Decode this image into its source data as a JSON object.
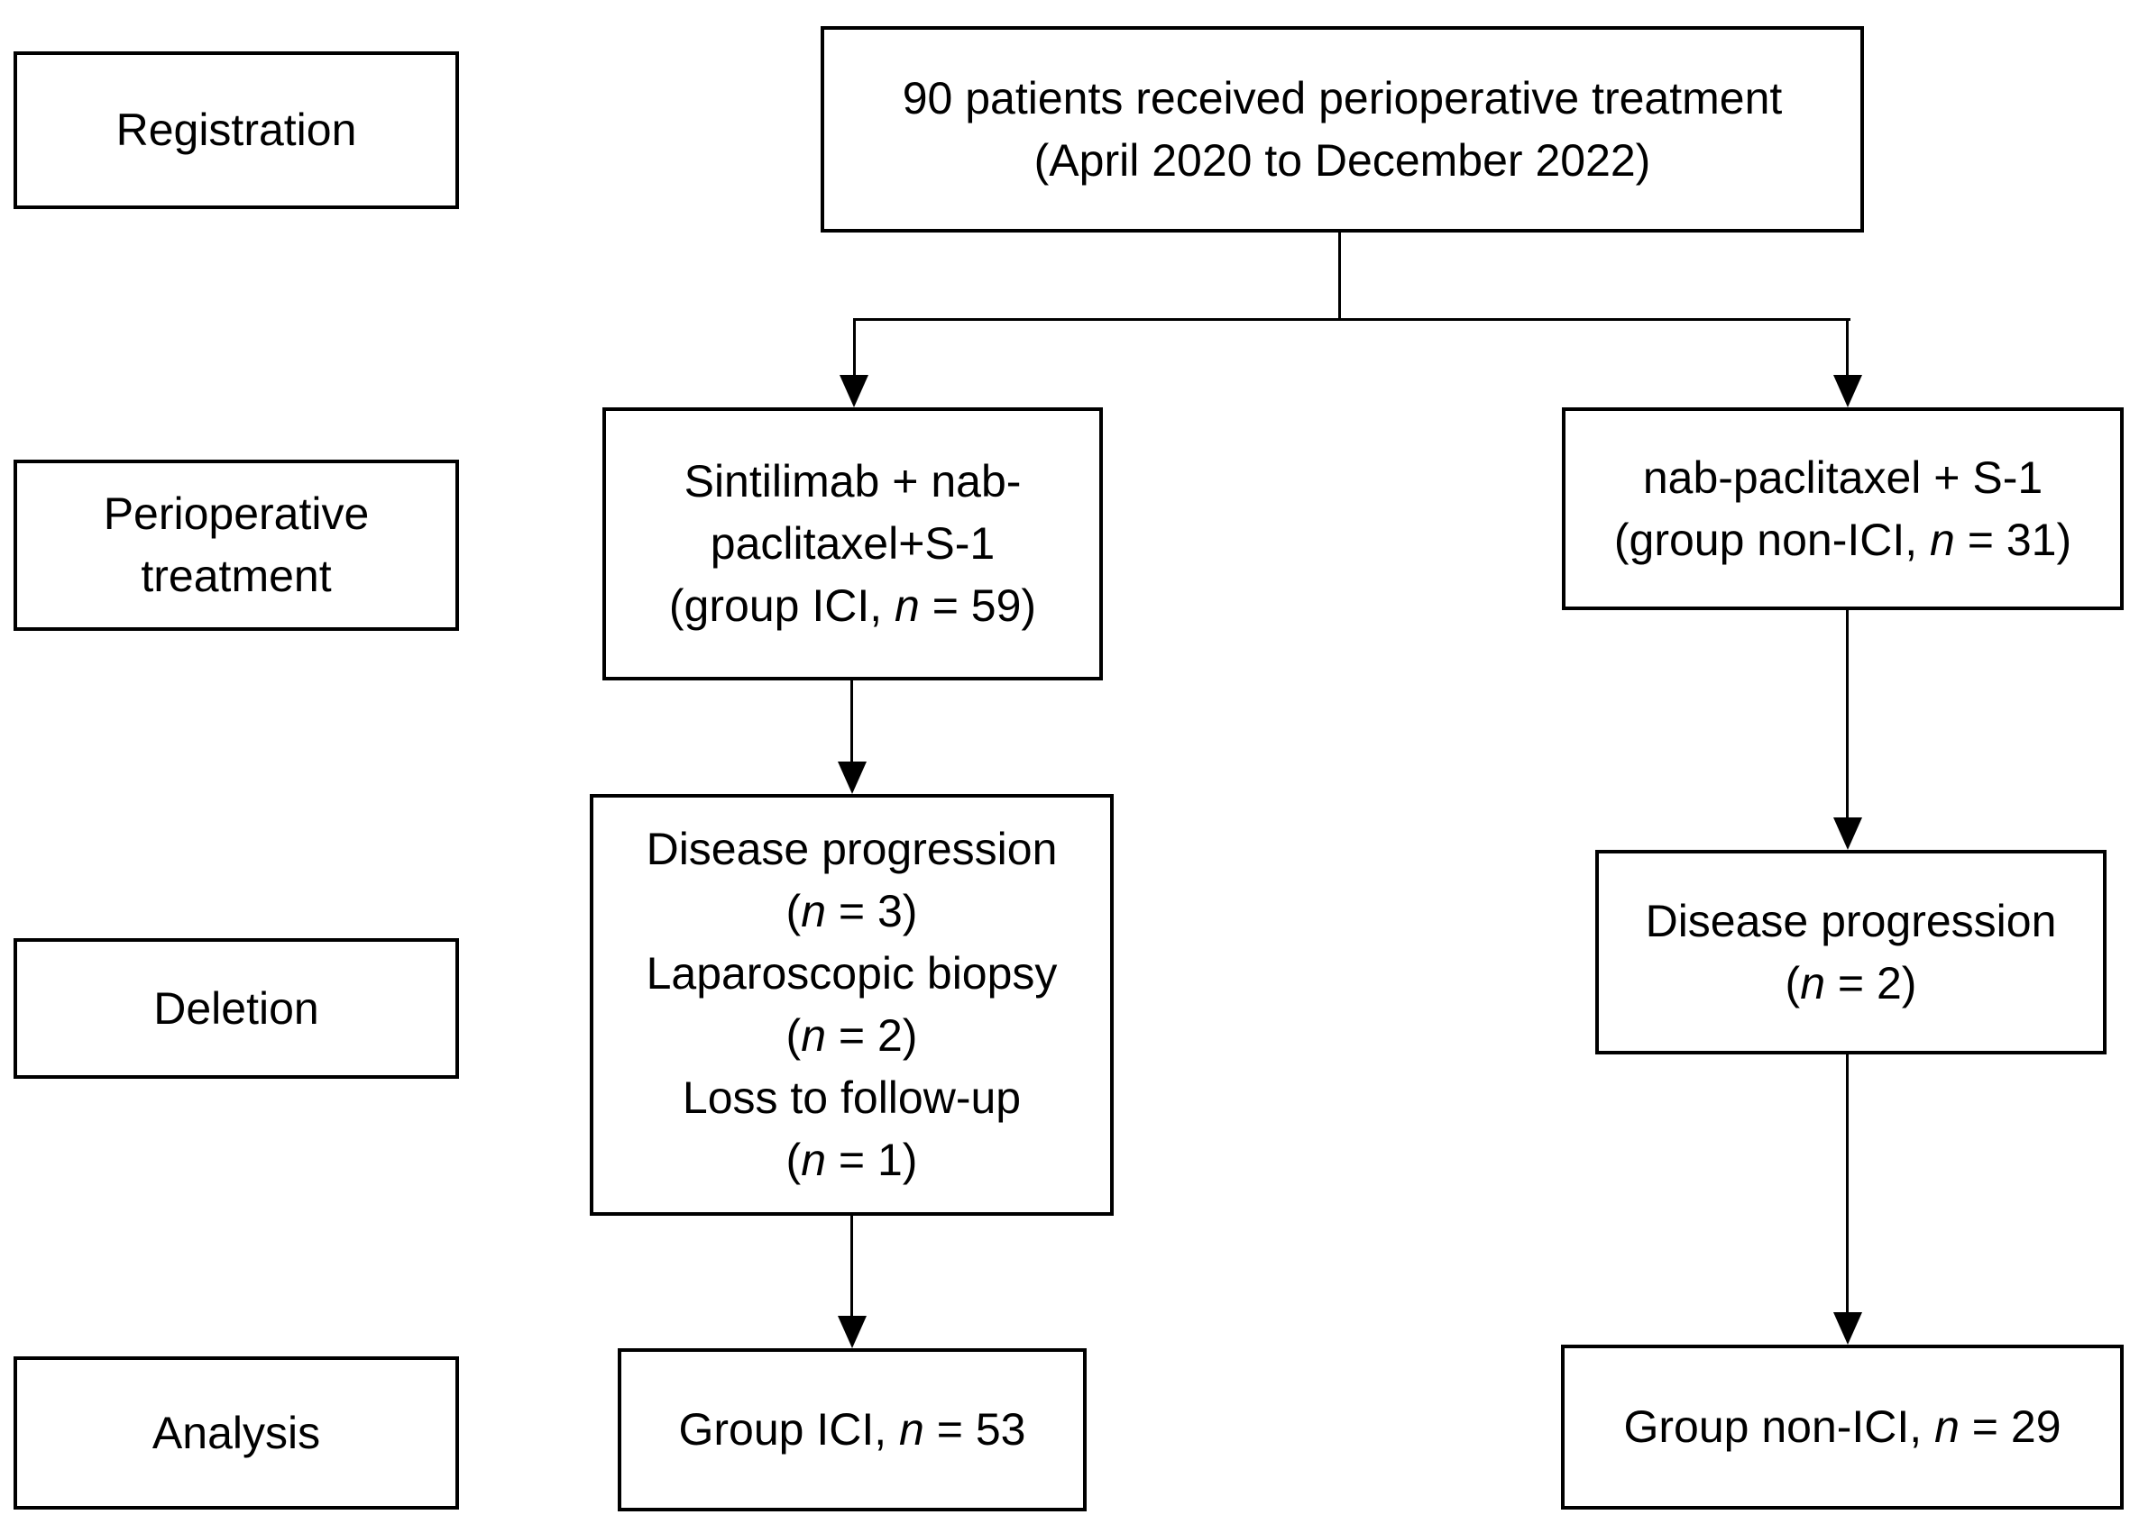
{
  "colors": {
    "box_border": "#000000",
    "text": "#000000",
    "background": "#ffffff"
  },
  "stages": [
    {
      "label": "Registration"
    },
    {
      "label": "Perioperative treatment"
    },
    {
      "label": "Deletion"
    },
    {
      "label": "Analysis"
    }
  ],
  "top_box": {
    "line1": "90 patients received perioperative treatment",
    "line2": "(April 2020 to December 2022)"
  },
  "arms": {
    "ici": {
      "treatment": {
        "line1": "Sintilimab + nab-",
        "line2": "paclitaxel+S-1",
        "group_pre": "(group ICI, ",
        "n": "n",
        "group_post": " = 59)"
      },
      "deletion": {
        "items": [
          {
            "reason": "Disease progression",
            "pre": "(",
            "n": "n",
            "post": " = 3)"
          },
          {
            "reason": "Laparoscopic biopsy",
            "pre": "(",
            "n": "n",
            "post": " = 2)"
          },
          {
            "reason": "Loss to follow-up",
            "pre": "(",
            "n": "n",
            "post": " = 1)"
          }
        ]
      },
      "analysis": {
        "pre": "Group ICI, ",
        "n": "n",
        "post": " = 53"
      }
    },
    "non_ici": {
      "treatment": {
        "line1": "nab-paclitaxel + S-1",
        "group_pre": "(group non-ICI, ",
        "n": "n",
        "group_post": " = 31)"
      },
      "deletion": {
        "reason": "Disease progression",
        "pre": "(",
        "n": "n",
        "post": " = 2)"
      },
      "analysis": {
        "pre": "Group non-ICI, ",
        "n": "n",
        "post": " = 29"
      }
    }
  }
}
